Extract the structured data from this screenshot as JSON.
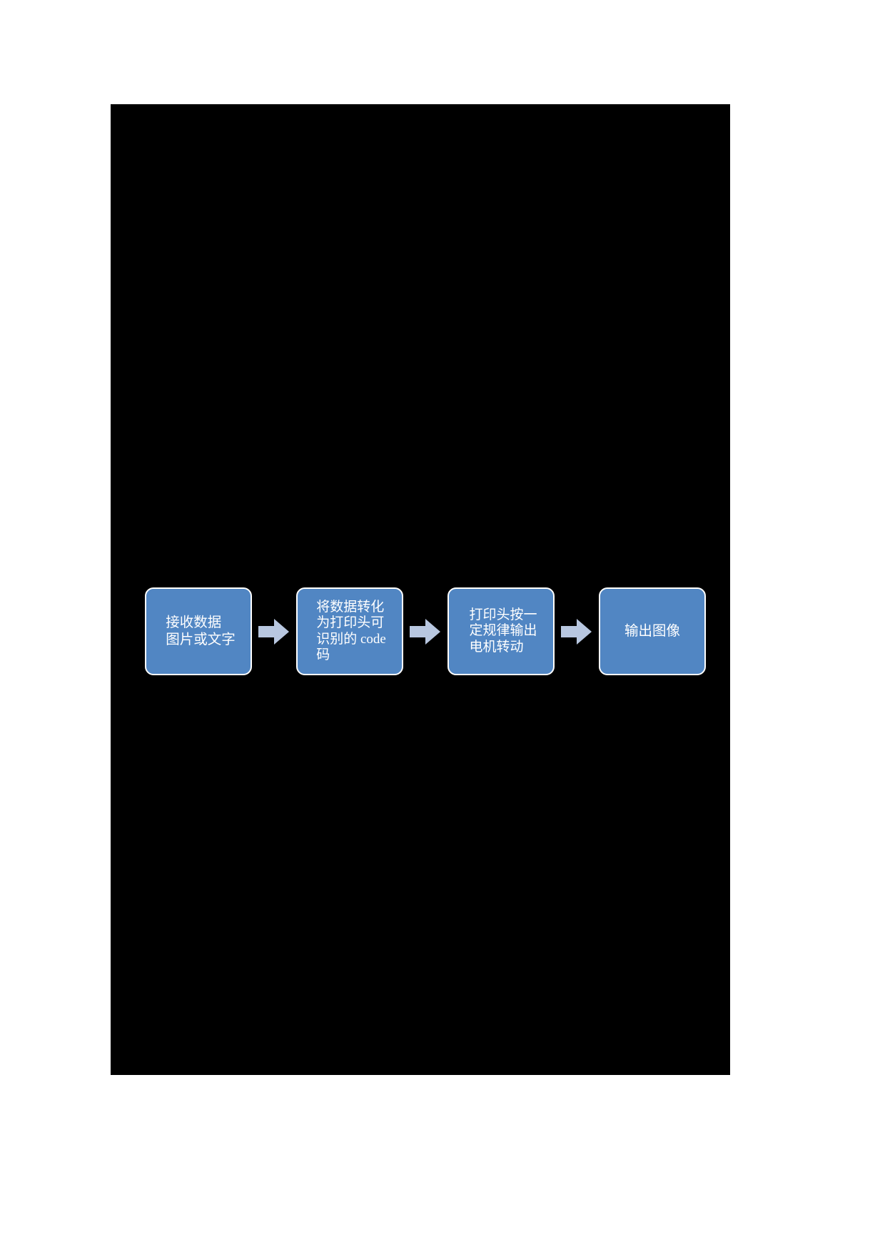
{
  "page": {
    "background_color": "#ffffff",
    "content_region_color": "#000000"
  },
  "flowchart": {
    "title": "",
    "node_fill_color": "#5186C3",
    "node_border_color": "#ffffff",
    "node_text_color": "#ffffff",
    "arrow_color": "#B8C7E0",
    "nodes": [
      {
        "id": "node-receive-data",
        "label": "接收数据\n图片或文字"
      },
      {
        "id": "node-convert-code",
        "label": "将数据转化\n为打印头可\n识别的 code\n码"
      },
      {
        "id": "node-printhead-output",
        "label": "打印头按一\n定规律输出\n电机转动"
      },
      {
        "id": "node-output-image",
        "label": "输出图像"
      }
    ],
    "arrows": [
      {
        "id": "arrow-1",
        "name": "arrow-right-icon"
      },
      {
        "id": "arrow-2",
        "name": "arrow-right-icon"
      },
      {
        "id": "arrow-3",
        "name": "arrow-right-icon"
      }
    ]
  }
}
